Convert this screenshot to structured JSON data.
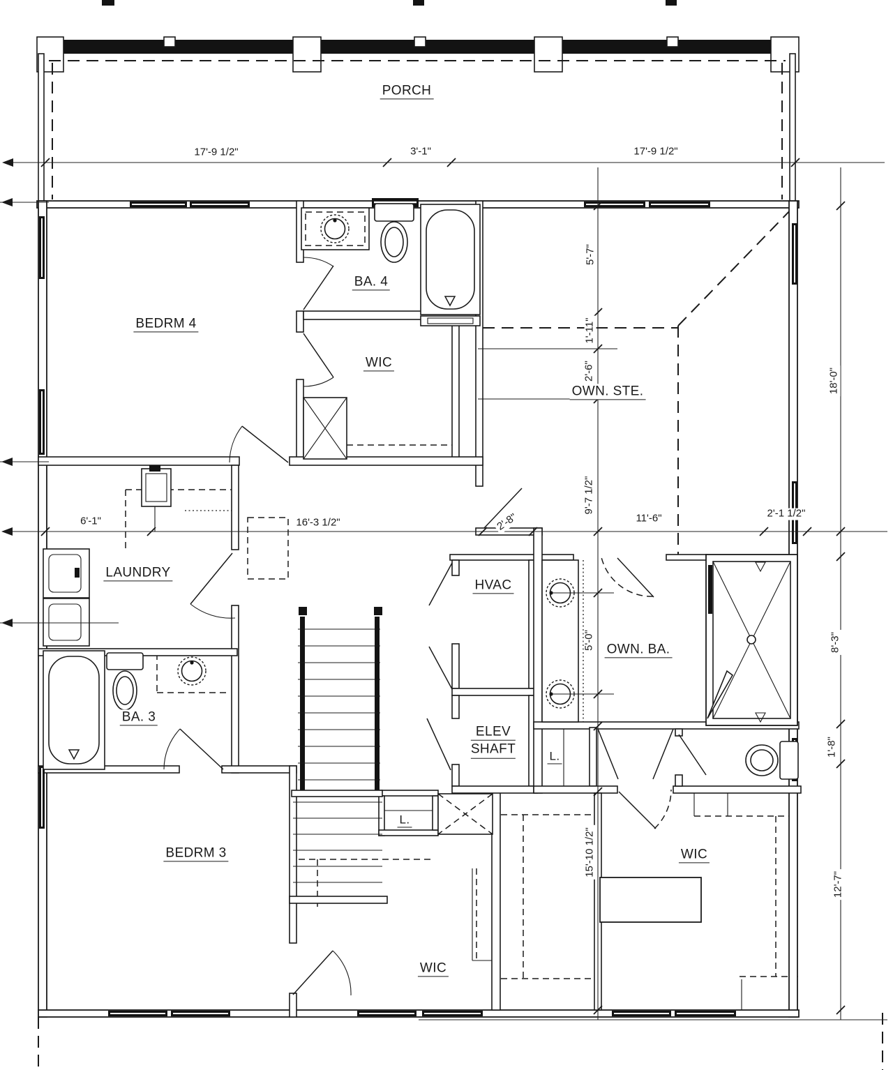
{
  "drawing": {
    "rooms": {
      "porch": "PORCH",
      "bedrm4": "BEDRM 4",
      "ba4": "BA. 4",
      "wic_ba4": "WIC",
      "own_ste": "OWN. STE.",
      "laundry": "LAUNDRY",
      "hvac": "HVAC",
      "own_ba": "OWN. BA.",
      "ba3": "BA. 3",
      "elev_line1": "ELEV",
      "elev_line2": "SHAFT",
      "linen_hall": "L.",
      "linen_stair": "L.",
      "bedrm3": "BEDRM 3",
      "wic_center": "WIC",
      "wic_owner": "WIC"
    },
    "dimensions": {
      "porch_left": "17'-9 1/2\"",
      "porch_center": "3'-1\"",
      "porch_right": "17'-9 1/2\"",
      "ste_top": "5'-7\"",
      "ste_mid": "1'-11\"",
      "ste_low": "2'-6\"",
      "ste_tall": "9'-7 1/2\"",
      "right_upper": "18'-0\"",
      "right_mid": "8'-3\"",
      "right_small": "1'-8\"",
      "right_lower": "12'-7\"",
      "laundry_width": "6'-1\"",
      "hall_width": "16'-3 1/2\"",
      "suite_door": "2'-8\"",
      "ownba_width": "11'-6\"",
      "shower_width": "2'-1 1/2\"",
      "vanity_span": "5'-0\"",
      "wic_height": "15'-10 1/2\""
    }
  }
}
